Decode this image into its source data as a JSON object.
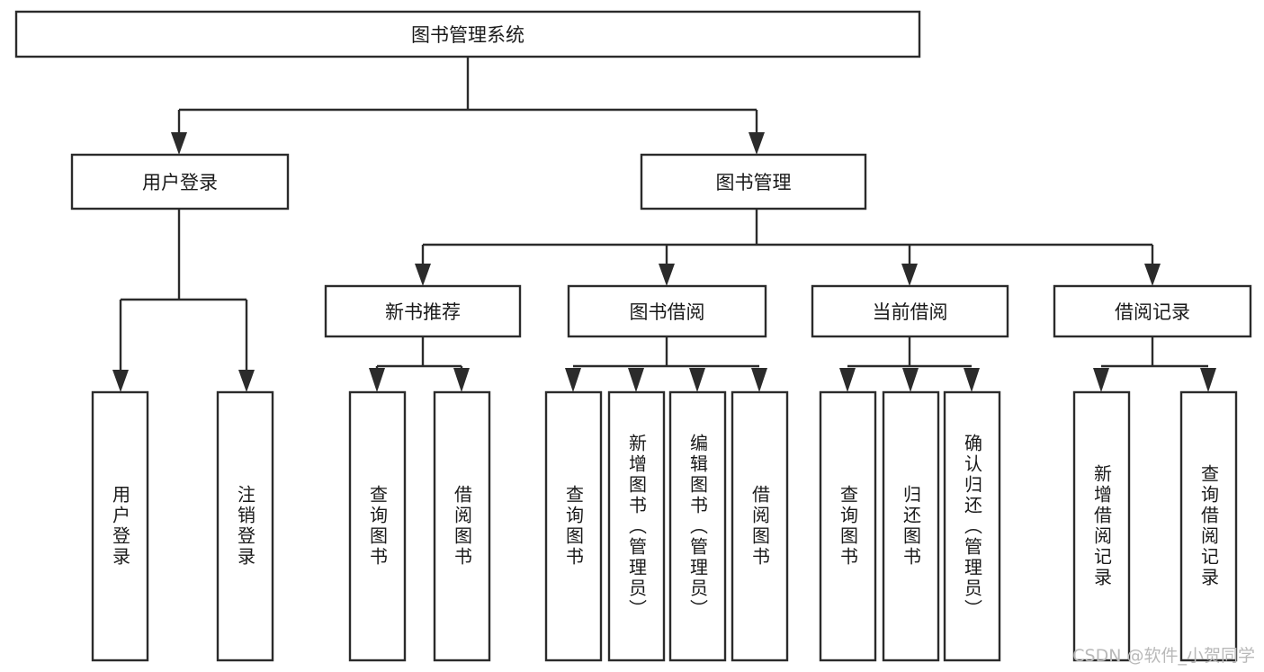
{
  "diagram": {
    "type": "tree",
    "title": "图书管理系统",
    "orientation": "top-down",
    "colors": {
      "stroke": "#2b2b2b",
      "fill": "#ffffff",
      "text": "#1a1a1a",
      "watermark": "#b9b9b9",
      "background": "#ffffff"
    },
    "root": {
      "label": "图书管理系统"
    },
    "level2": [
      {
        "label": "用户登录"
      },
      {
        "label": "图书管理"
      }
    ],
    "level3": [
      {
        "label": "新书推荐"
      },
      {
        "label": "图书借阅"
      },
      {
        "label": "当前借阅"
      },
      {
        "label": "借阅记录"
      }
    ],
    "leaves": {
      "user_login": [
        {
          "label": "用户登录"
        },
        {
          "label": "注销登录"
        }
      ],
      "new_book_recommend": [
        {
          "label": "查询图书"
        },
        {
          "label": "借阅图书"
        }
      ],
      "book_borrow": [
        {
          "label": "查询图书"
        },
        {
          "label": "新增图书（管理员）"
        },
        {
          "label": "编辑图书（管理员）"
        },
        {
          "label": "借阅图书"
        }
      ],
      "current_borrow": [
        {
          "label": "查询图书"
        },
        {
          "label": "归还图书"
        },
        {
          "label": "确认归还（管理员）"
        }
      ],
      "borrow_record": [
        {
          "label": "新增借阅记录"
        },
        {
          "label": "查询借阅记录"
        }
      ]
    }
  },
  "watermark": {
    "text": "CSDN @软件_小贺同学"
  }
}
